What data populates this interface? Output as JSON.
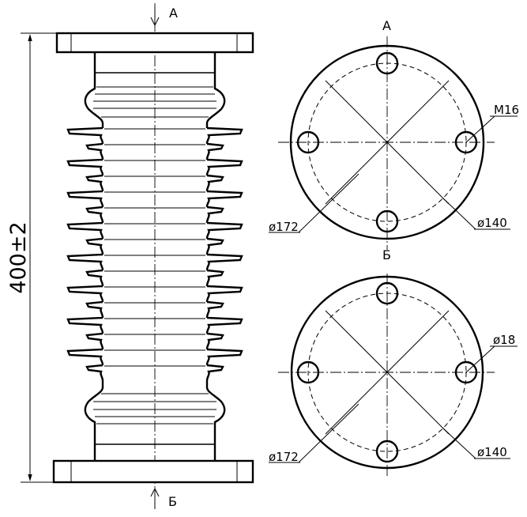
{
  "drawing": {
    "section_top": "А",
    "section_bottom": "Б",
    "height_dimension": "400±2",
    "view_a": {
      "label": "А",
      "outer_diameter": "ø172",
      "bolt_circle": "ø140",
      "hole_spec": "M16"
    },
    "view_b": {
      "label": "Б",
      "outer_diameter": "ø172",
      "bolt_circle": "ø140",
      "hole_spec": "ø18"
    }
  }
}
